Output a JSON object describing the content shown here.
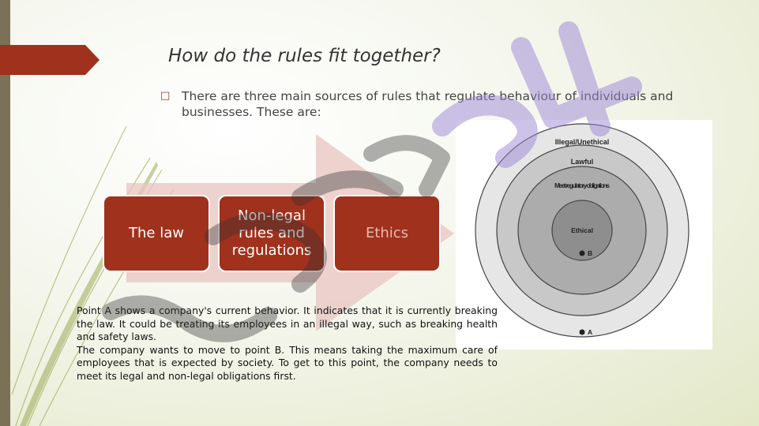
{
  "slide": {
    "title": "How do the rules fit together?",
    "bullet_marker": "□",
    "bullet_text": "There are three main sources of rules that regulate behaviour of individuals and businesses. These are:"
  },
  "sources": [
    {
      "label": "The law"
    },
    {
      "label": "Non-legal rules and regulations"
    },
    {
      "label": "Ethics"
    }
  ],
  "diagram": {
    "rings": [
      "Illegal/Unethical",
      "Lawful",
      "Meet regulatory obligations",
      "Ethical"
    ],
    "points": [
      "B",
      "A"
    ]
  },
  "explanation": {
    "p1": "Point A shows a company's current behavior. It indicates that it is currently breaking the law. It could be treating its employees in an illegal way, such as breaking health and safety laws.",
    "p2": "The company wants to move to point B. This means taking the maximum care of employees that is expected by society. To get to this point, the company needs to meet its legal and non-legal obligations first."
  },
  "colors": {
    "accent": "#a0311c",
    "sidebar": "#7a7157"
  }
}
